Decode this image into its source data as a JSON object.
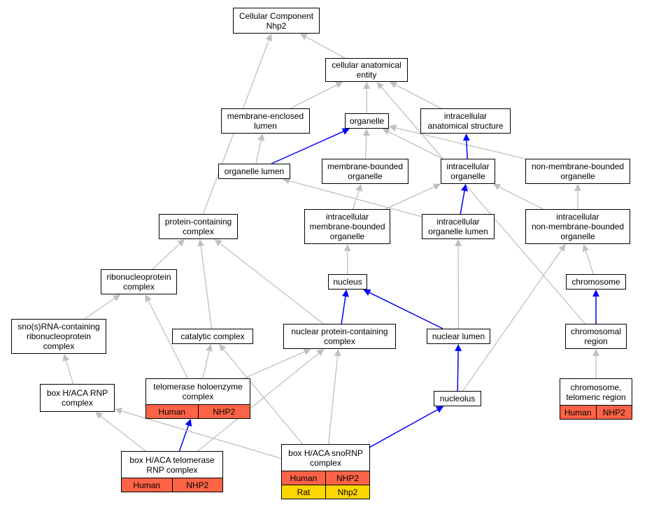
{
  "colors": {
    "edge_gray": "#c0c0c0",
    "edge_blue": "#0000ff",
    "human_fill": "#ff6347",
    "rat_fill": "#ffd700"
  },
  "nodes": {
    "cc_root": {
      "label": "Cellular Component\nNhp2"
    },
    "cell_anat": {
      "label": "cellular anatomical\nentity"
    },
    "membrane_enclosed": {
      "label": "membrane-enclosed\nlumen"
    },
    "organelle": {
      "label": "organelle"
    },
    "intracellular_anat": {
      "label": "intracellular\nanatomical structure"
    },
    "organelle_lumen": {
      "label": "organelle lumen"
    },
    "membrane_bounded": {
      "label": "membrane-bounded\norganelle"
    },
    "intracellular_org": {
      "label": "intracellular\norganelle"
    },
    "nonmembrane_bounded": {
      "label": "non-membrane-bounded\norganelle"
    },
    "protein_complex": {
      "label": "protein-containing\ncomplex"
    },
    "ic_membrane_bounded": {
      "label": "intracellular\nmembrane-bounded\norganelle"
    },
    "ic_organelle_lumen": {
      "label": "intracellular\norganelle lumen"
    },
    "ic_nonmembrane": {
      "label": "intracellular\nnon-membrane-bounded\norganelle"
    },
    "ribonucleoprotein": {
      "label": "ribonucleoprotein\ncomplex"
    },
    "nucleus": {
      "label": "nucleus"
    },
    "chromosome": {
      "label": "chromosome"
    },
    "snorna_rnp": {
      "label": "sno(s)RNA-containing\nribonucleoprotein\ncomplex"
    },
    "catalytic": {
      "label": "catalytic complex"
    },
    "nuclear_protein": {
      "label": "nuclear protein-containing\ncomplex"
    },
    "nuclear_lumen": {
      "label": "nuclear lumen"
    },
    "chromosomal_region": {
      "label": "chromosomal\nregion"
    },
    "telomerase_holo": {
      "label": "telomerase holoenzyme\ncomplex",
      "annotations": [
        {
          "species": "Human",
          "gene": "NHP2"
        }
      ]
    },
    "box_haca_rnp": {
      "label": "box H/ACA RNP\ncomplex"
    },
    "chromo_telomeric": {
      "label": "chromosome,\ntelomeric region",
      "annotations": [
        {
          "species": "Human",
          "gene": "NHP2"
        }
      ]
    },
    "nucleolus": {
      "label": "nucleolus"
    },
    "box_haca_telomerase": {
      "label": "box H/ACA telomerase\nRNP complex",
      "annotations": [
        {
          "species": "Human",
          "gene": "NHP2"
        }
      ]
    },
    "box_haca_snorna": {
      "label": "box H/ACA snoRNP\ncomplex",
      "annotations": [
        {
          "species": "Human",
          "gene": "NHP2"
        },
        {
          "species": "Rat",
          "gene": "Nhp2"
        }
      ]
    }
  },
  "edges": [
    {
      "from": "cell_anat",
      "to": "cc_root",
      "color": "gray"
    },
    {
      "from": "protein_complex",
      "to": "cc_root",
      "color": "gray"
    },
    {
      "from": "membrane_enclosed",
      "to": "cell_anat",
      "color": "gray"
    },
    {
      "from": "organelle",
      "to": "cell_anat",
      "color": "gray"
    },
    {
      "from": "intracellular_anat",
      "to": "cell_anat",
      "color": "gray"
    },
    {
      "from": "chromosomal_region",
      "to": "cell_anat",
      "color": "gray"
    },
    {
      "from": "organelle_lumen",
      "to": "membrane_enclosed",
      "color": "gray"
    },
    {
      "from": "organelle_lumen",
      "to": "organelle",
      "color": "blue"
    },
    {
      "from": "membrane_bounded",
      "to": "organelle",
      "color": "gray"
    },
    {
      "from": "intracellular_org",
      "to": "organelle",
      "color": "gray"
    },
    {
      "from": "nonmembrane_bounded",
      "to": "organelle",
      "color": "gray"
    },
    {
      "from": "intracellular_org",
      "to": "intracellular_anat",
      "color": "blue"
    },
    {
      "from": "ic_membrane_bounded",
      "to": "membrane_bounded",
      "color": "gray"
    },
    {
      "from": "ic_membrane_bounded",
      "to": "intracellular_org",
      "color": "gray"
    },
    {
      "from": "ic_organelle_lumen",
      "to": "intracellular_org",
      "color": "blue"
    },
    {
      "from": "ic_organelle_lumen",
      "to": "organelle_lumen",
      "color": "gray"
    },
    {
      "from": "ic_nonmembrane",
      "to": "nonmembrane_bounded",
      "color": "gray"
    },
    {
      "from": "ic_nonmembrane",
      "to": "intracellular_org",
      "color": "gray"
    },
    {
      "from": "nucleus",
      "to": "ic_membrane_bounded",
      "color": "gray"
    },
    {
      "from": "nuclear_lumen",
      "to": "ic_organelle_lumen",
      "color": "gray"
    },
    {
      "from": "chromosome",
      "to": "ic_nonmembrane",
      "color": "gray"
    },
    {
      "from": "nucleolus",
      "to": "ic_nonmembrane",
      "color": "gray"
    },
    {
      "from": "ribonucleoprotein",
      "to": "protein_complex",
      "color": "gray"
    },
    {
      "from": "catalytic",
      "to": "protein_complex",
      "color": "gray"
    },
    {
      "from": "nuclear_protein",
      "to": "protein_complex",
      "color": "gray"
    },
    {
      "from": "snorna_rnp",
      "to": "ribonucleoprotein",
      "color": "gray"
    },
    {
      "from": "telomerase_holo",
      "to": "ribonucleoprotein",
      "color": "gray"
    },
    {
      "from": "nuclear_protein",
      "to": "nucleus",
      "color": "blue"
    },
    {
      "from": "nuclear_lumen",
      "to": "nucleus",
      "color": "blue"
    },
    {
      "from": "chromosomal_region",
      "to": "chromosome",
      "color": "blue"
    },
    {
      "from": "telomerase_holo",
      "to": "catalytic",
      "color": "gray"
    },
    {
      "from": "telomerase_holo",
      "to": "nuclear_protein",
      "color": "gray"
    },
    {
      "from": "box_haca_telomerase",
      "to": "nuclear_protein",
      "color": "gray"
    },
    {
      "from": "box_haca_snorna",
      "to": "nuclear_protein",
      "color": "gray"
    },
    {
      "from": "box_haca_snorna",
      "to": "catalytic",
      "color": "gray"
    },
    {
      "from": "nucleolus",
      "to": "nuclear_lumen",
      "color": "blue"
    },
    {
      "from": "chromo_telomeric",
      "to": "chromosomal_region",
      "color": "gray"
    },
    {
      "from": "box_haca_rnp",
      "to": "snorna_rnp",
      "color": "gray"
    },
    {
      "from": "box_haca_telomerase",
      "to": "telomerase_holo",
      "color": "blue"
    },
    {
      "from": "box_haca_telomerase",
      "to": "box_haca_rnp",
      "color": "gray"
    },
    {
      "from": "box_haca_snorna",
      "to": "box_haca_rnp",
      "color": "gray"
    },
    {
      "from": "box_haca_snorna",
      "to": "nucleolus",
      "color": "blue"
    }
  ]
}
